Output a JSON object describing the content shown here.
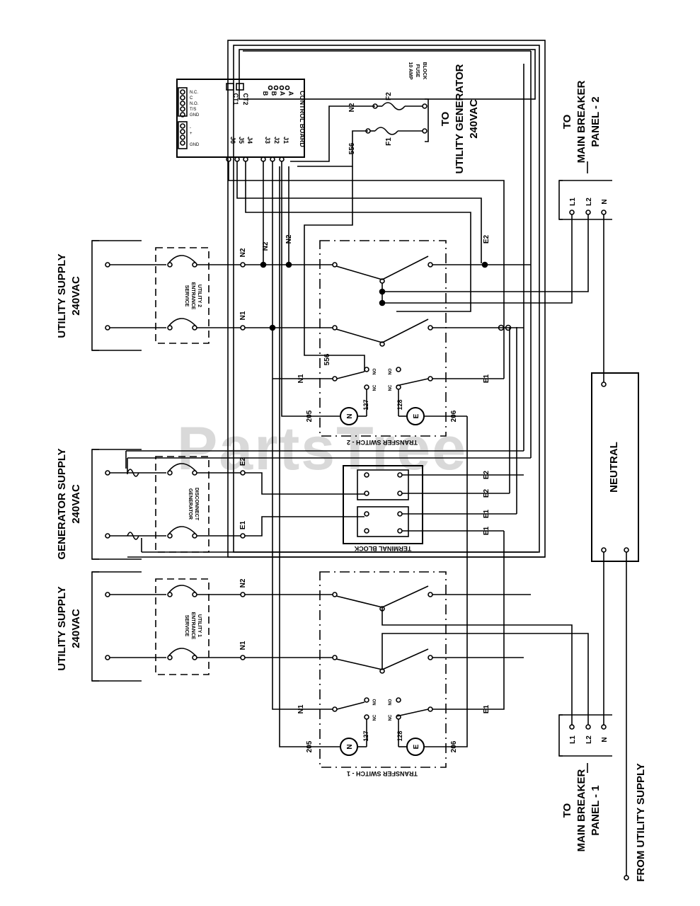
{
  "watermark": "PartsTree",
  "top_right": {
    "to_utility_generator": [
      "TO",
      "UTILITY GENERATOR",
      "240VAC"
    ],
    "fuse_block": [
      "10 AMP",
      "FUSE",
      "BLOCK"
    ],
    "to_main_breaker_2": [
      "TO",
      "MAIN BREAKER",
      "PANEL - 2"
    ]
  },
  "supplies": {
    "utility_2": [
      "UTILITY SUPPLY",
      "240VAC"
    ],
    "generator": [
      "GENERATOR SUPPLY",
      "240VAC"
    ],
    "utility_1": [
      "UTILITY SUPPLY",
      "240VAC"
    ]
  },
  "disconnects": {
    "service_2": [
      "SERVICE",
      "ENTRANCE",
      "UTILITY 2"
    ],
    "generator": [
      "GENERATOR",
      "DISCONNECT"
    ],
    "service_1": [
      "SERVICE",
      "ENTRANCE",
      "UTILITY 1"
    ]
  },
  "control_board": {
    "title": "CONTROL BOARD",
    "ct_labels": [
      "CT1",
      "CT2"
    ],
    "jacks": [
      "J6",
      "J5",
      "J4",
      "J3",
      "J2",
      "J1"
    ],
    "leds": [
      "B",
      "B",
      "A",
      "A"
    ],
    "terminals_top": [
      "N.C.",
      "C",
      "N.O.",
      "T/S",
      "GND"
    ],
    "terminals_bottom": [
      "-",
      "+",
      "GND"
    ]
  },
  "switches": {
    "ts2": "TRANSFER SWITCH - 2",
    "ts1": "TRANSFER SWITCH - 1"
  },
  "terminal_block": "TERMINAL BLOCK",
  "neutral": "NEUTRAL",
  "panels": {
    "panel2_terminals": [
      "L1",
      "L2",
      "N"
    ],
    "panel1_terminals": [
      "L1",
      "L2",
      "N"
    ],
    "to_main_breaker_1": [
      "TO",
      "MAIN BREAKER",
      "PANEL - 1"
    ],
    "from_utility": "FROM UTILITY SUPPLY"
  },
  "wire_labels": {
    "n2": "N2",
    "n1": "N1",
    "e2": "E2",
    "e1": "E1",
    "w556": "556",
    "w205": "205",
    "w206": "206",
    "w127": "127",
    "w128": "128",
    "f1": "F1",
    "f2": "F2",
    "no": "NO",
    "nc": "NC",
    "motor_n": "N",
    "motor_e": "E"
  }
}
